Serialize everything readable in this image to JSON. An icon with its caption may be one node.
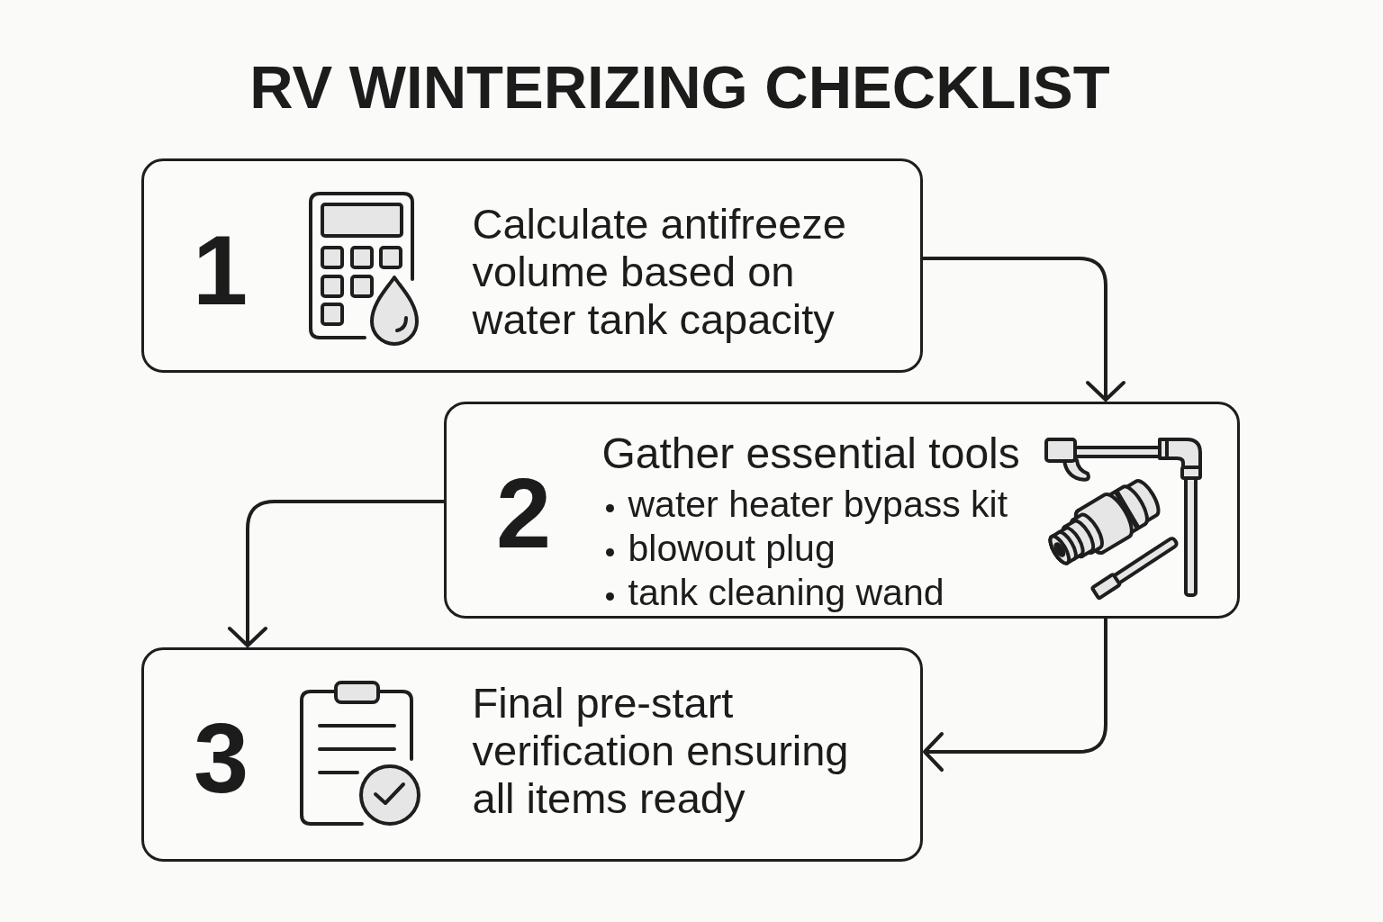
{
  "diagram": {
    "title": "RV WINTERIZING CHECKLIST",
    "nodes": [
      {
        "text": [
          "1",
          "Calculate antifreeze volume based on water tank capacity"
        ]
      },
      {
        "text": [
          "2",
          "Gather essential tools",
          "water heater bypass kit",
          "blowout plug",
          "tank cleaning wand"
        ]
      },
      {
        "text": [
          "3",
          "Final pre-start verification ensuring all items ready"
        ]
      }
    ],
    "edges": [
      {
        "from": 0,
        "to": 1,
        "arrow": "to"
      },
      {
        "from": 1,
        "to": 2,
        "arrow": "to"
      },
      {
        "from": 1,
        "to": 2,
        "arrow": "to"
      }
    ]
  }
}
